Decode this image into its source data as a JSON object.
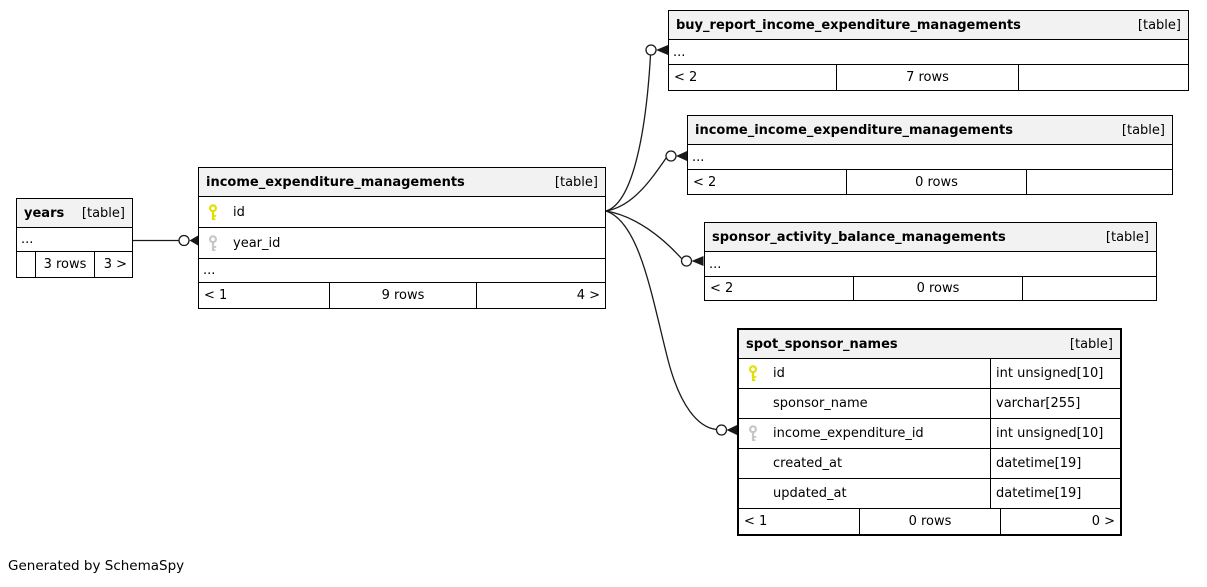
{
  "page": {
    "credit": "Generated by SchemaSpy"
  },
  "colors": {
    "header_bg": "#f2f2f2",
    "border": "#000000",
    "primary_key": "#e0e000",
    "foreign_key": "#c6c6c6",
    "connector": "#1a1a1a"
  },
  "tables": [
    {
      "name": "years",
      "tag": "[table]",
      "ellipsis": "...",
      "footer": {
        "left": "",
        "center": "3 rows",
        "right": "3 >"
      }
    },
    {
      "name": "income_expenditure_managements",
      "tag": "[table]",
      "ellipsis": "...",
      "columns": [
        {
          "name": "id",
          "key": "primary-key"
        },
        {
          "name": "year_id",
          "key": "foreign-key"
        }
      ],
      "footer": {
        "left": "< 1",
        "center": "9 rows",
        "right": "4 >"
      }
    },
    {
      "name": "buy_report_income_expenditure_managements",
      "tag": "[table]",
      "ellipsis": "...",
      "footer": {
        "left": "< 2",
        "center": "7 rows",
        "right": ""
      }
    },
    {
      "name": "income_income_expenditure_managements",
      "tag": "[table]",
      "ellipsis": "...",
      "footer": {
        "left": "< 2",
        "center": "0 rows",
        "right": ""
      }
    },
    {
      "name": "sponsor_activity_balance_managements",
      "tag": "[table]",
      "ellipsis": "...",
      "footer": {
        "left": "< 2",
        "center": "0 rows",
        "right": ""
      }
    },
    {
      "name": "spot_sponsor_names",
      "tag": "[table]",
      "columns": [
        {
          "name": "id",
          "type": "int unsigned[10]",
          "key": "primary-key"
        },
        {
          "name": "sponsor_name",
          "type": "varchar[255]",
          "key": ""
        },
        {
          "name": "income_expenditure_id",
          "type": "int unsigned[10]",
          "key": "foreign-key"
        },
        {
          "name": "created_at",
          "type": "datetime[19]",
          "key": ""
        },
        {
          "name": "updated_at",
          "type": "datetime[19]",
          "key": ""
        }
      ],
      "footer": {
        "left": "< 1",
        "center": "0 rows",
        "right": "0 >"
      }
    }
  ]
}
